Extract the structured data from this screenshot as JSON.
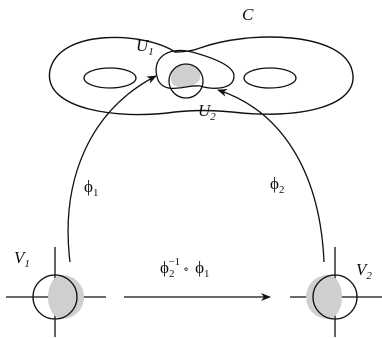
{
  "surface": {
    "label": "C"
  },
  "charts": {
    "u1": {
      "base": "U",
      "sub": "1"
    },
    "u2": {
      "base": "U",
      "sub": "2"
    }
  },
  "domains": {
    "v1": {
      "base": "V",
      "sub": "1"
    },
    "v2": {
      "base": "V",
      "sub": "2"
    }
  },
  "maps": {
    "phi1": {
      "base": "ϕ",
      "sub": "1"
    },
    "phi2": {
      "base": "ϕ",
      "sub": "2"
    },
    "transition": {
      "phi": "ϕ",
      "sub2": "2",
      "sup": "−1",
      "compose": "∘",
      "phi_b": "ϕ",
      "sub1": "1"
    }
  },
  "colors": {
    "ink": "#111111",
    "overlap_fill": "#cfcfcf"
  }
}
